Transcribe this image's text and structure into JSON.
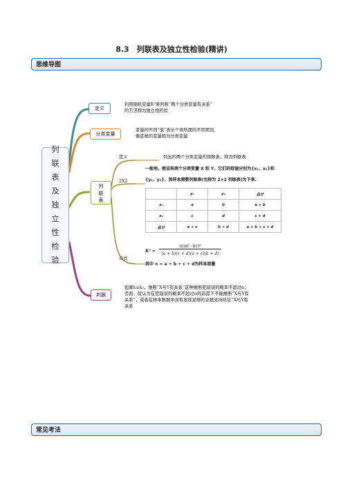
{
  "title": "8.3　列联表及独立性检验(精讲)",
  "sections": {
    "mindmap": "思维导图",
    "exam": "常见考法"
  },
  "root": [
    "列",
    "联",
    "表",
    "及",
    "独",
    "立",
    "性",
    "检",
    "验"
  ],
  "nodes": {
    "dingyi": {
      "label": "定义",
      "text": [
        "利用随机变量K²来判断“两个分类变量有关系”",
        "的方法称为独立性检验"
      ]
    },
    "fenlei": {
      "label": "分类变量",
      "text": [
        "变量的不同“值”表示个体所属的不同类别,",
        "像这样的变量称为分类变量"
      ]
    },
    "lianbiao": {
      "label": [
        "列",
        "联",
        "表"
      ],
      "def_label": "定义",
      "def_text": "列出的两个分类变量的频数表，称为列联表",
      "sub_2x2": "2X2",
      "desc1": "一般地，假设有两个分类变量 X 和 Y，它们的取值分别为{x₁，x₂}和",
      "desc2": "{y₁，y₂}，其样本频数列联表(也称为 2×2 列联表)为下表.",
      "table": [
        [
          "",
          "y₁",
          "y₂",
          "总计"
        ],
        [
          "x₁",
          "a",
          "b",
          "a + b"
        ],
        [
          "x₂",
          "c",
          "d",
          "c + d"
        ],
        [
          "总计",
          "a + c",
          "b + d",
          "a + b + c + d"
        ]
      ],
      "formula_label": "公式",
      "formula_lhs": "K² =",
      "formula_num": "n(ad - bc)²",
      "formula_den": "(a + b)(c + d)(a + c)(b + d)",
      "formula_note": "其中 n = a + b + c + d为样本容量"
    },
    "panju": {
      "label": "判据",
      "text": [
        "如果k≥k₀，推断“X与Y有关系”这种推断犯错误的概率不超过α；",
        "否则，就认为在犯错误的概率不超过α的前提下不能推断“X与Y有",
        "关系”，或者在样本数据中没有发现足够的证据支持结论“X与Y有",
        "关系"
      ]
    }
  },
  "colors": {
    "teal": "#3f8f88",
    "orange": "#d98a2b",
    "green": "#8aa83a",
    "violet": "#9b3f87",
    "olive": "#9a8a2a"
  }
}
